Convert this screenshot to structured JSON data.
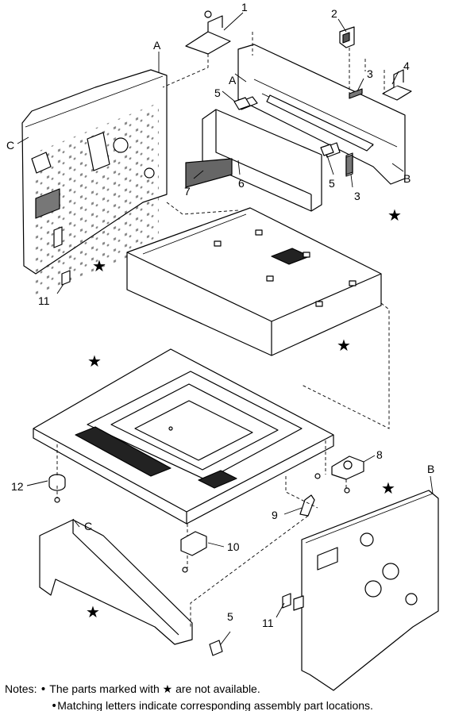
{
  "diagram": {
    "callouts": [
      "1",
      "2",
      "3",
      "4",
      "5",
      "6",
      "7",
      "3",
      "5",
      "A",
      "A",
      "B",
      "C",
      "11",
      "12",
      "8",
      "9",
      "10",
      "B",
      "C",
      "11",
      "5"
    ],
    "star_symbol": "★",
    "letters": {
      "a": "A",
      "b": "B",
      "c": "C"
    }
  },
  "notes": {
    "label": "Notes:",
    "bullet": "•",
    "line1_before": "The parts marked with",
    "star": "★",
    "line1_after": "are not available.",
    "line2": "Matching letters indicate corresponding assembly part locations."
  }
}
